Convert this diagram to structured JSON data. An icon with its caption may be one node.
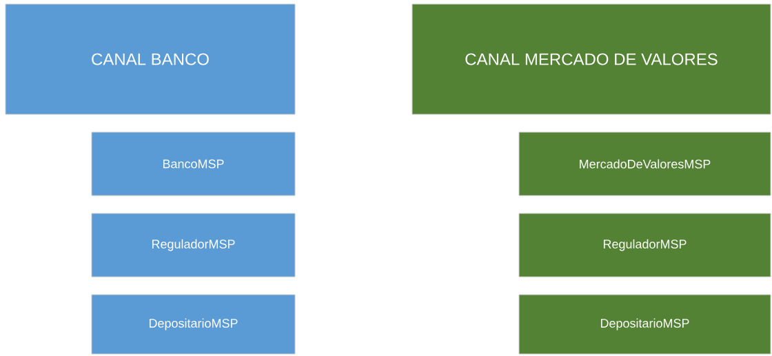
{
  "diagram": {
    "nodes": [
      {
        "text": [
          "CANAL BANCO"
        ]
      },
      {
        "text": [
          "BancoMSP"
        ]
      },
      {
        "text": [
          "ReguladorMSP"
        ]
      },
      {
        "text": [
          "DepositarioMSP"
        ]
      },
      {
        "text": [
          "CANAL MERCADO DE VALORES"
        ]
      },
      {
        "text": [
          "MercadoDeValoresMSP"
        ]
      },
      {
        "text": [
          "ReguladorMSP"
        ]
      },
      {
        "text": [
          "DepositarioMSP"
        ]
      }
    ]
  }
}
